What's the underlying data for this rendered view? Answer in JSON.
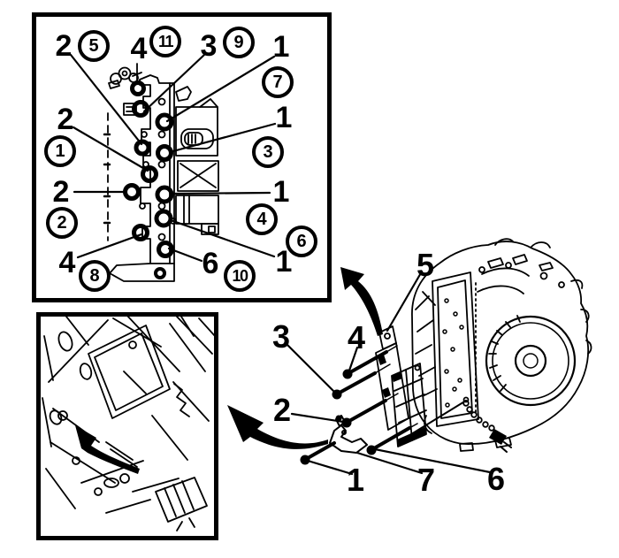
{
  "colors": {
    "ink": "#000000",
    "paper": "#ffffff"
  },
  "inset_top": {
    "plain": [
      {
        "text": "2"
      },
      {
        "text": "4"
      },
      {
        "text": "3"
      },
      {
        "text": "1"
      },
      {
        "text": "2"
      },
      {
        "text": "1"
      },
      {
        "text": "2"
      },
      {
        "text": "1"
      },
      {
        "text": "4"
      },
      {
        "text": "6"
      },
      {
        "text": "1"
      }
    ],
    "circled": [
      {
        "text": "5"
      },
      {
        "text": "11"
      },
      {
        "text": "9"
      },
      {
        "text": "7"
      },
      {
        "text": "1"
      },
      {
        "text": "3"
      },
      {
        "text": "2"
      },
      {
        "text": "4"
      },
      {
        "text": "6"
      },
      {
        "text": "8"
      },
      {
        "text": "10"
      }
    ]
  },
  "main": {
    "labels": [
      {
        "text": "5"
      },
      {
        "text": "3"
      },
      {
        "text": "4"
      },
      {
        "text": "2"
      },
      {
        "text": "1"
      },
      {
        "text": "7"
      },
      {
        "text": "6"
      }
    ]
  }
}
